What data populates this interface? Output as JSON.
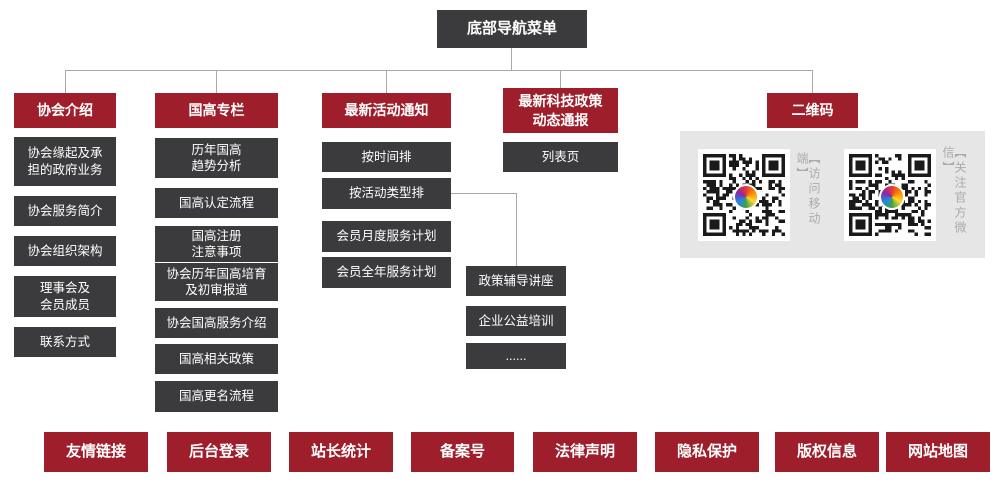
{
  "root": {
    "label": "底部导航菜单"
  },
  "columns": [
    {
      "header": "协会介绍",
      "items": [
        "协会缘起及承\n担的政府业务",
        "协会服务简介",
        "协会组织架构",
        "理事会及\n会员成员",
        "联系方式"
      ]
    },
    {
      "header": "国高专栏",
      "items": [
        "历年国高\n趋势分析",
        "国高认定流程",
        "国高注册\n注意事项",
        "协会历年国高培育\n及初审报道",
        "协会国高服务介绍",
        "国高相关政策",
        "国高更名流程"
      ]
    },
    {
      "header": "最新活动通知",
      "items": [
        "按时间排",
        "按活动类型排",
        "会员月度服务计划",
        "会员全年服务计划"
      ],
      "sub_items": [
        "政策辅导讲座",
        "企业公益培训",
        "......"
      ]
    },
    {
      "header": "最新科技政策\n动态通报",
      "items": [
        "列表页"
      ]
    },
    {
      "header": "二维码",
      "qr_labels": [
        "【访问移动端】",
        "【关注官方微信】"
      ]
    }
  ],
  "footer_links": [
    "友情链接",
    "后台登录",
    "站长统计",
    "备案号",
    "法律声明",
    "隐私保护",
    "版权信息",
    "网站地图"
  ],
  "colors": {
    "accent_red": "#9e1f2b",
    "box_dark": "#3b3b3d",
    "qr_panel_bg": "#e6e6e6",
    "line_gray": "#a9a9a9"
  }
}
